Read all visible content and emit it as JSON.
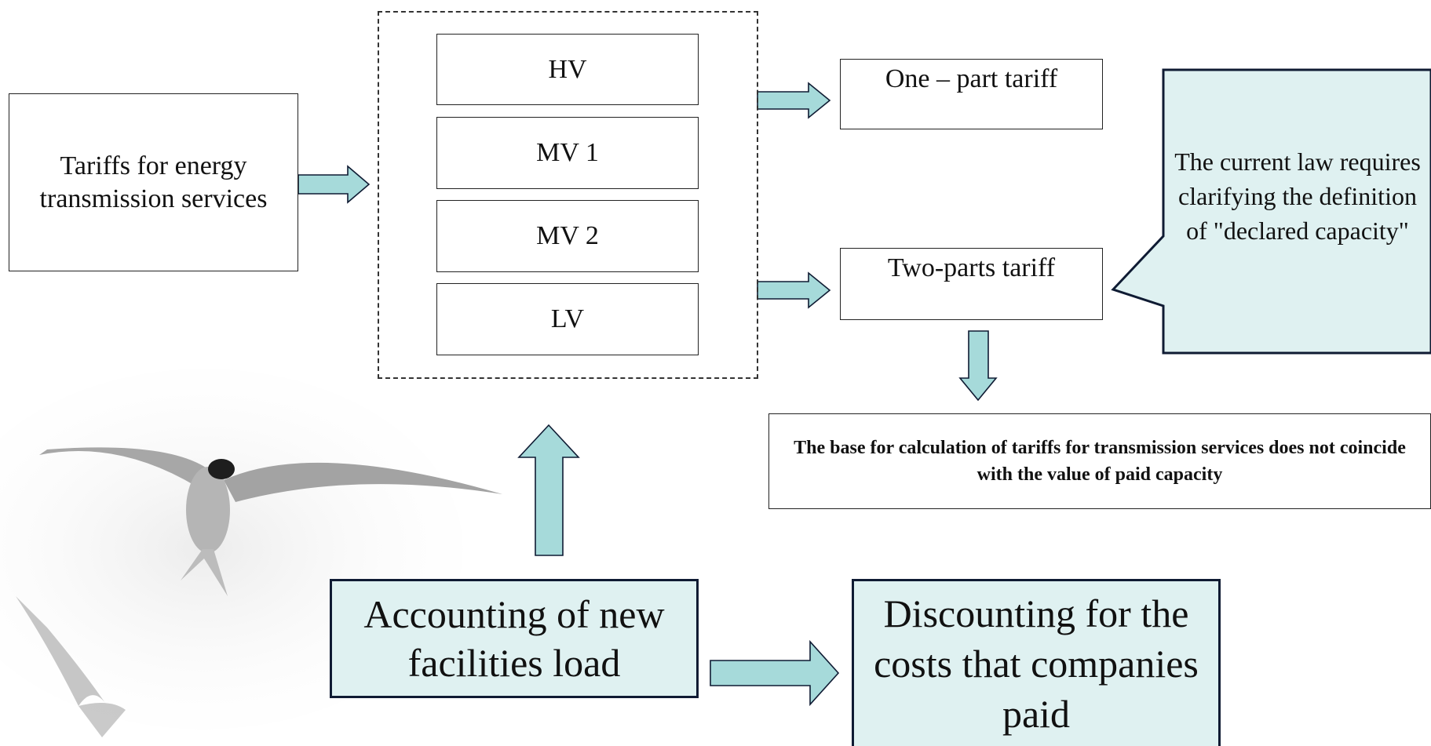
{
  "left_box": {
    "label": "Tariffs for energy transmission services"
  },
  "voltage_levels": [
    "HV",
    "MV 1",
    "MV 2",
    "LV"
  ],
  "one_part": {
    "label": "One – part tariff"
  },
  "two_parts": {
    "label": "Two-parts tariff"
  },
  "callout": {
    "label": "The current law requires clarifying the definition of \"declared capacity\""
  },
  "base_box": {
    "label": "The base for calculation of tariffs for transmission services does not coincide with the value of paid capacity"
  },
  "accounting": {
    "label": "Accounting of new facilities load"
  },
  "discounting": {
    "label": "Discounting for the costs that companies paid"
  },
  "colors": {
    "accent_fill": "#a6dada",
    "accent_stroke": "#0f1b33",
    "callout_fill": "#dff1f1"
  }
}
